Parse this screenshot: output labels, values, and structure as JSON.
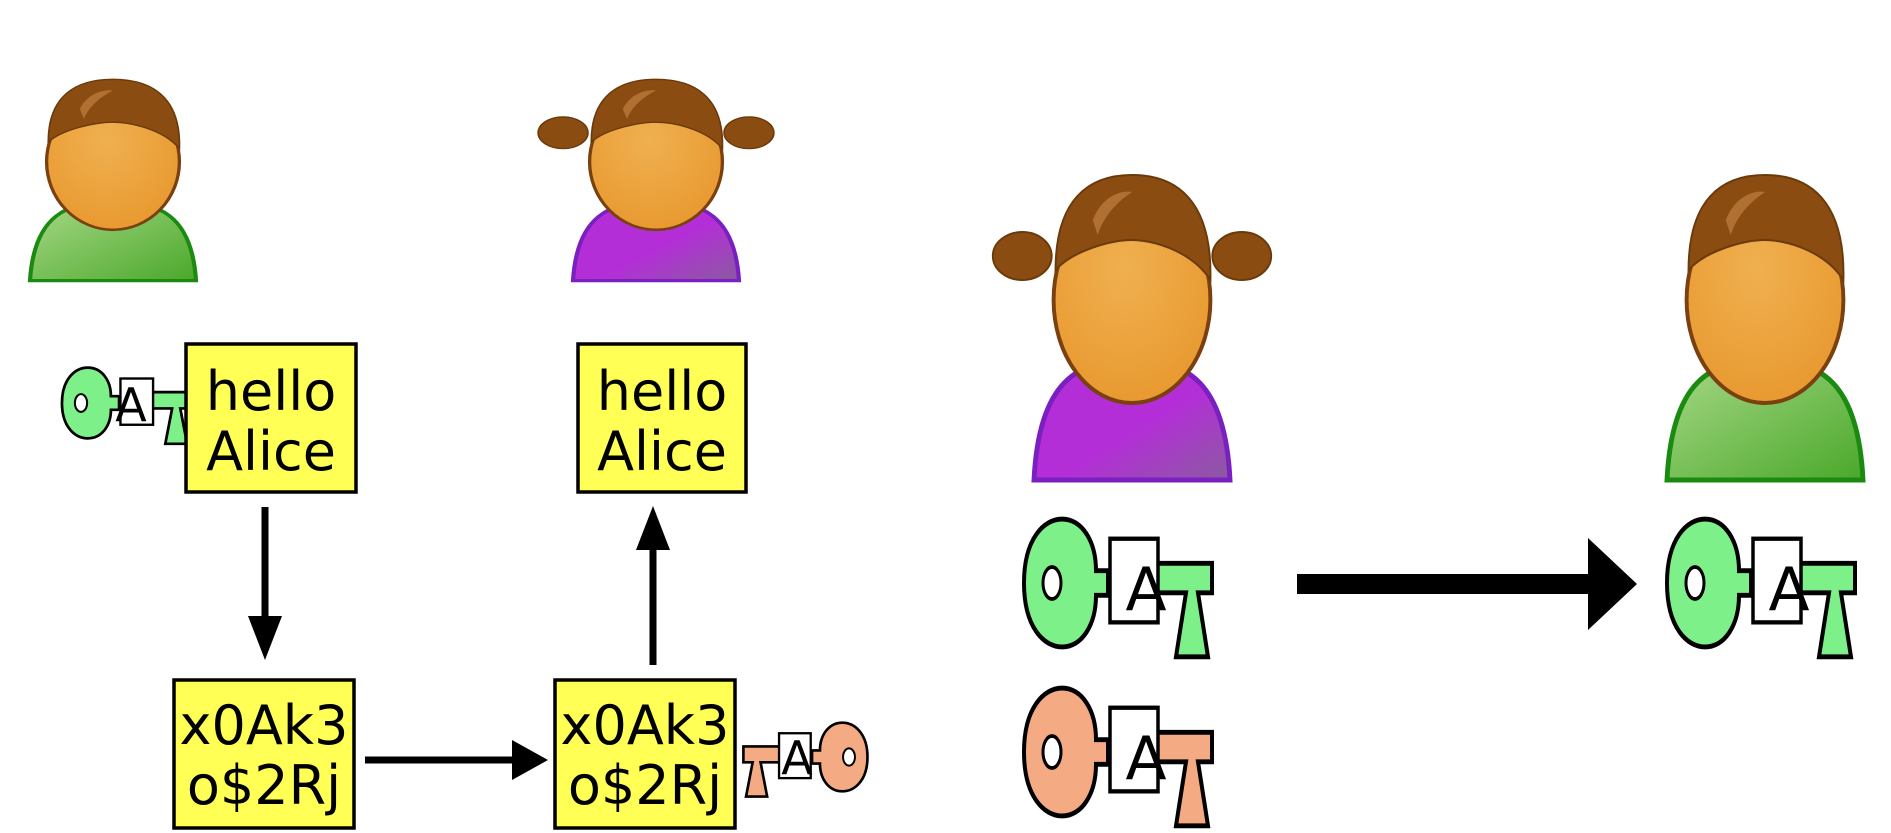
{
  "colors": {
    "box_fill": "#ffff55",
    "skin": "#e8a03a",
    "hair": "#8b4c12",
    "green_shirt": "#6ab83a",
    "purple_shirt": "#b42ed8",
    "green_key": "#7ef08a",
    "orange_key": "#f4aa82"
  },
  "people": [
    {
      "role": "sender",
      "icon": "boy-icon"
    },
    {
      "role": "receiver",
      "icon": "girl-icon"
    },
    {
      "role": "key-owner",
      "icon": "girl-icon"
    },
    {
      "role": "key-recipient",
      "icon": "boy-icon"
    }
  ],
  "keys": {
    "public_label": "A",
    "private_label": "A"
  },
  "messages": {
    "plain_line1": "hello",
    "plain_line2": "Alice",
    "plain_copy_line1": "hello",
    "plain_copy_line2": "Alice",
    "cipher_line1": "x0Ak3",
    "cipher_line2": "o$2Rj",
    "cipher_copy_line1": "x0Ak3",
    "cipher_copy_line2": "o$2Rj"
  }
}
